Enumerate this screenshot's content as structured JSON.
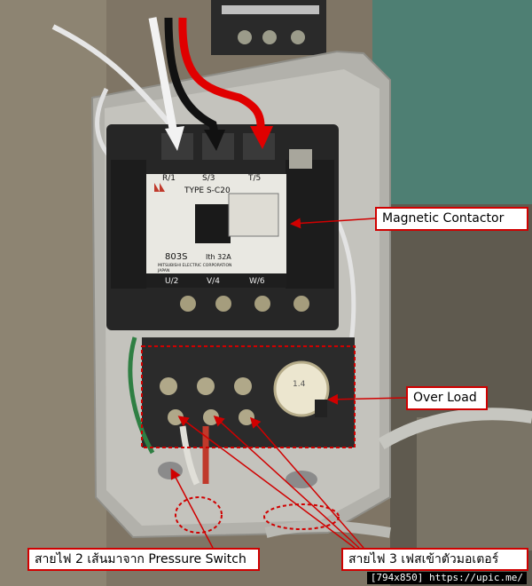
{
  "contactor": {
    "terminals_top": [
      "R/1",
      "S/3",
      "T/5"
    ],
    "terminals_bottom": [
      "U/2",
      "V/4",
      "W/6"
    ],
    "type_label": "TYPE S-C20",
    "model": "803S",
    "rating": "Ith 32A",
    "maker": "MITSUBISHI ELECTRIC CORPORATION",
    "country": "JAPAN"
  },
  "overload_dial": "1.4",
  "callouts": {
    "contactor": "Magnetic Contactor",
    "overload": "Over Load",
    "pressure": "สายไฟ 2 เส้นมาจาก Pressure Switch",
    "motor": "สายไฟ 3 เฟสเข้าตัวมอเตอร์"
  },
  "watermark": "[794x850] https://upic.me/",
  "colors": {
    "annotation": "#d00000",
    "arrow_white": "#f2f2f2",
    "arrow_black": "#111111",
    "arrow_red": "#e00000"
  }
}
